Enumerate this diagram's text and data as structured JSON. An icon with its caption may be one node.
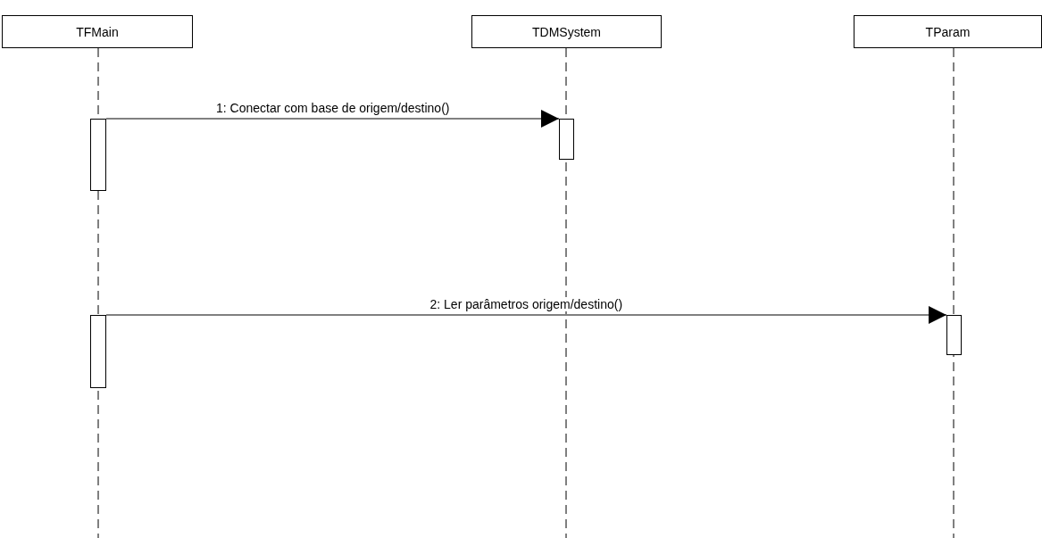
{
  "diagram": {
    "nodes": [
      {
        "text": [
          "TFMain"
        ]
      },
      {
        "text": [
          "TDMSystem"
        ]
      },
      {
        "text": [
          "TParam"
        ]
      },
      {
        "text": [],
        "shape": "bar"
      },
      {
        "text": [],
        "shape": "bar"
      },
      {
        "text": [],
        "shape": "bar"
      },
      {
        "text": [],
        "shape": "bar"
      }
    ],
    "edges": [
      {
        "from": 3,
        "to": 4,
        "arrow": "to",
        "label": "1: Conectar com base de origem/destino()"
      },
      {
        "from": 5,
        "to": 6,
        "arrow": "to",
        "label": "2: Ler parâmetros origem/destino()"
      }
    ]
  }
}
